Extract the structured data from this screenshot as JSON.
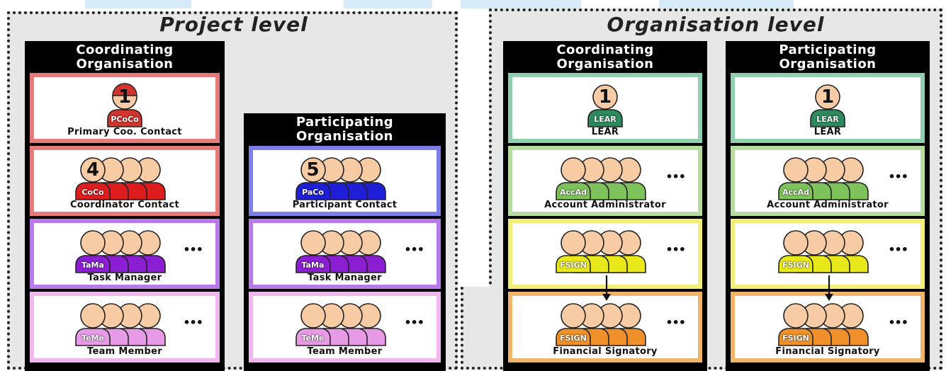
{
  "regions": {
    "project": {
      "title": "Project level"
    },
    "organisation": {
      "title": "Organisation level"
    }
  },
  "columns": [
    {
      "id": "coo",
      "header": [
        "Coordinating",
        "Organisation"
      ],
      "roles": [
        {
          "label": "Primary Coo. Contact",
          "badge": "PCoCo",
          "count": "1",
          "group": false,
          "ellipsis": false,
          "color": "#d0342c",
          "border": "#e47a7a",
          "helmet": true
        },
        {
          "label": "Coordinator Contact",
          "badge": "CoCo",
          "count": "4",
          "group": true,
          "ellipsis": false,
          "color": "#dd1d1d",
          "border": "#e47a7a"
        },
        {
          "label": "Task Manager",
          "badge": "TaMa",
          "count": "",
          "group": true,
          "ellipsis": true,
          "ellipsis_text": "•••",
          "color": "#8b1ed3",
          "border": "#b87ae8"
        },
        {
          "label": "Team Member",
          "badge": "TeMe",
          "count": "",
          "group": true,
          "ellipsis": true,
          "ellipsis_text": "•••",
          "color": "#e79be6",
          "border": "#efb7ee"
        }
      ]
    },
    {
      "id": "par",
      "header": [
        "Participating",
        "Organisation"
      ],
      "roles": [
        {
          "label": "Participant Contact",
          "badge": "PaCo",
          "count": "5",
          "group": true,
          "ellipsis": false,
          "color": "#1f1fd8",
          "border": "#7e7ee9"
        },
        {
          "label": "Task Manager",
          "badge": "TaMa",
          "count": "",
          "group": true,
          "ellipsis": true,
          "ellipsis_text": "•••",
          "color": "#8b1ed3",
          "border": "#b87ae8"
        },
        {
          "label": "Team Member",
          "badge": "TeMe",
          "count": "",
          "group": true,
          "ellipsis": true,
          "ellipsis_text": "•••",
          "color": "#e79be6",
          "border": "#efb7ee"
        }
      ]
    },
    {
      "id": "org-coo",
      "header": [
        "Coordinating",
        "Organisation"
      ],
      "roles": [
        {
          "label": "LEAR",
          "badge": "LEAR",
          "count": "1",
          "group": false,
          "ellipsis": false,
          "color": "#2e8a5e",
          "border": "#8fcfb0"
        },
        {
          "label": "Account Administrator",
          "badge": "AccAd",
          "count": "",
          "group": true,
          "ellipsis": true,
          "ellipsis_text": "•••",
          "color": "#7dc25a",
          "border": "#b4dd9e"
        },
        {
          "label": "",
          "badge": "FSIGN",
          "count": "",
          "group": true,
          "ellipsis": true,
          "ellipsis_text": "•••",
          "color": "#e8e81a",
          "border": "#f2ee78"
        },
        {
          "label": "Financial Signatory",
          "badge": "FSIGN",
          "count": "",
          "group": true,
          "ellipsis": true,
          "ellipsis_text": "•••",
          "color": "#f0902a",
          "border": "#f0b46a"
        }
      ]
    },
    {
      "id": "org-par",
      "header": [
        "Participating",
        "Organisation"
      ],
      "roles": [
        {
          "label": "LEAR",
          "badge": "LEAR",
          "count": "1",
          "group": false,
          "ellipsis": false,
          "color": "#2e8a5e",
          "border": "#8fcfb0"
        },
        {
          "label": "Account Administrator",
          "badge": "AccAd",
          "count": "",
          "group": true,
          "ellipsis": true,
          "ellipsis_text": "•••",
          "color": "#7dc25a",
          "border": "#b4dd9e"
        },
        {
          "label": "",
          "badge": "FSIGN",
          "count": "",
          "group": true,
          "ellipsis": true,
          "ellipsis_text": "•••",
          "color": "#e8e81a",
          "border": "#f2ee78"
        },
        {
          "label": "Financial Signatory",
          "badge": "FSIGN",
          "count": "",
          "group": true,
          "ellipsis": true,
          "ellipsis_text": "•••",
          "color": "#f0902a",
          "border": "#f0b46a"
        }
      ]
    }
  ],
  "colors": {
    "region_border": "#222222",
    "region_fill": "#e7e7e7",
    "column_fill": "#000000",
    "skin": "#f7cba4",
    "topbar": "#d6ebf9"
  }
}
